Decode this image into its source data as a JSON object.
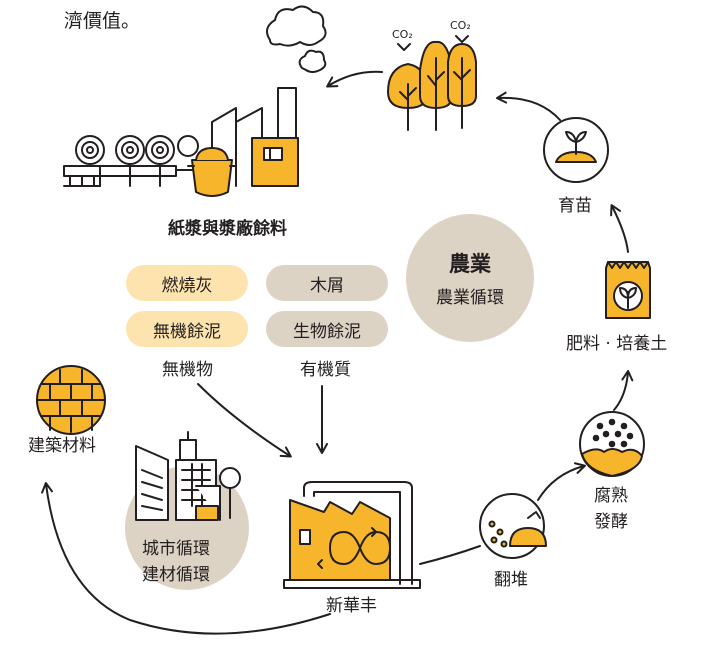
{
  "header": {
    "text": "濟價值。"
  },
  "co2_labels": [
    "CO₂",
    "CO₂"
  ],
  "factory_title": "紙漿與漿廠餘料",
  "inorganic": {
    "items": [
      "燃燒灰",
      "無機餘泥"
    ],
    "label": "無機物"
  },
  "organic": {
    "items": [
      "木屑",
      "生物餘泥"
    ],
    "label": "有機質"
  },
  "agriculture": {
    "title": "農業",
    "subtitle": "農業循環"
  },
  "city": {
    "line1": "城市循環",
    "line2": "建材循環"
  },
  "nodes": {
    "building_material": "建築材料",
    "seedling": "育苗",
    "fertilizer": "肥料 · 培養土",
    "ferment_line1": "腐熟",
    "ferment_line2": "發酵",
    "turning": "翻堆",
    "plant": "新華丰"
  },
  "colors": {
    "accent": "#f7b52c",
    "line": "#231f20",
    "beige": "#ddd3c4",
    "light_orange": "#fde4ae"
  }
}
